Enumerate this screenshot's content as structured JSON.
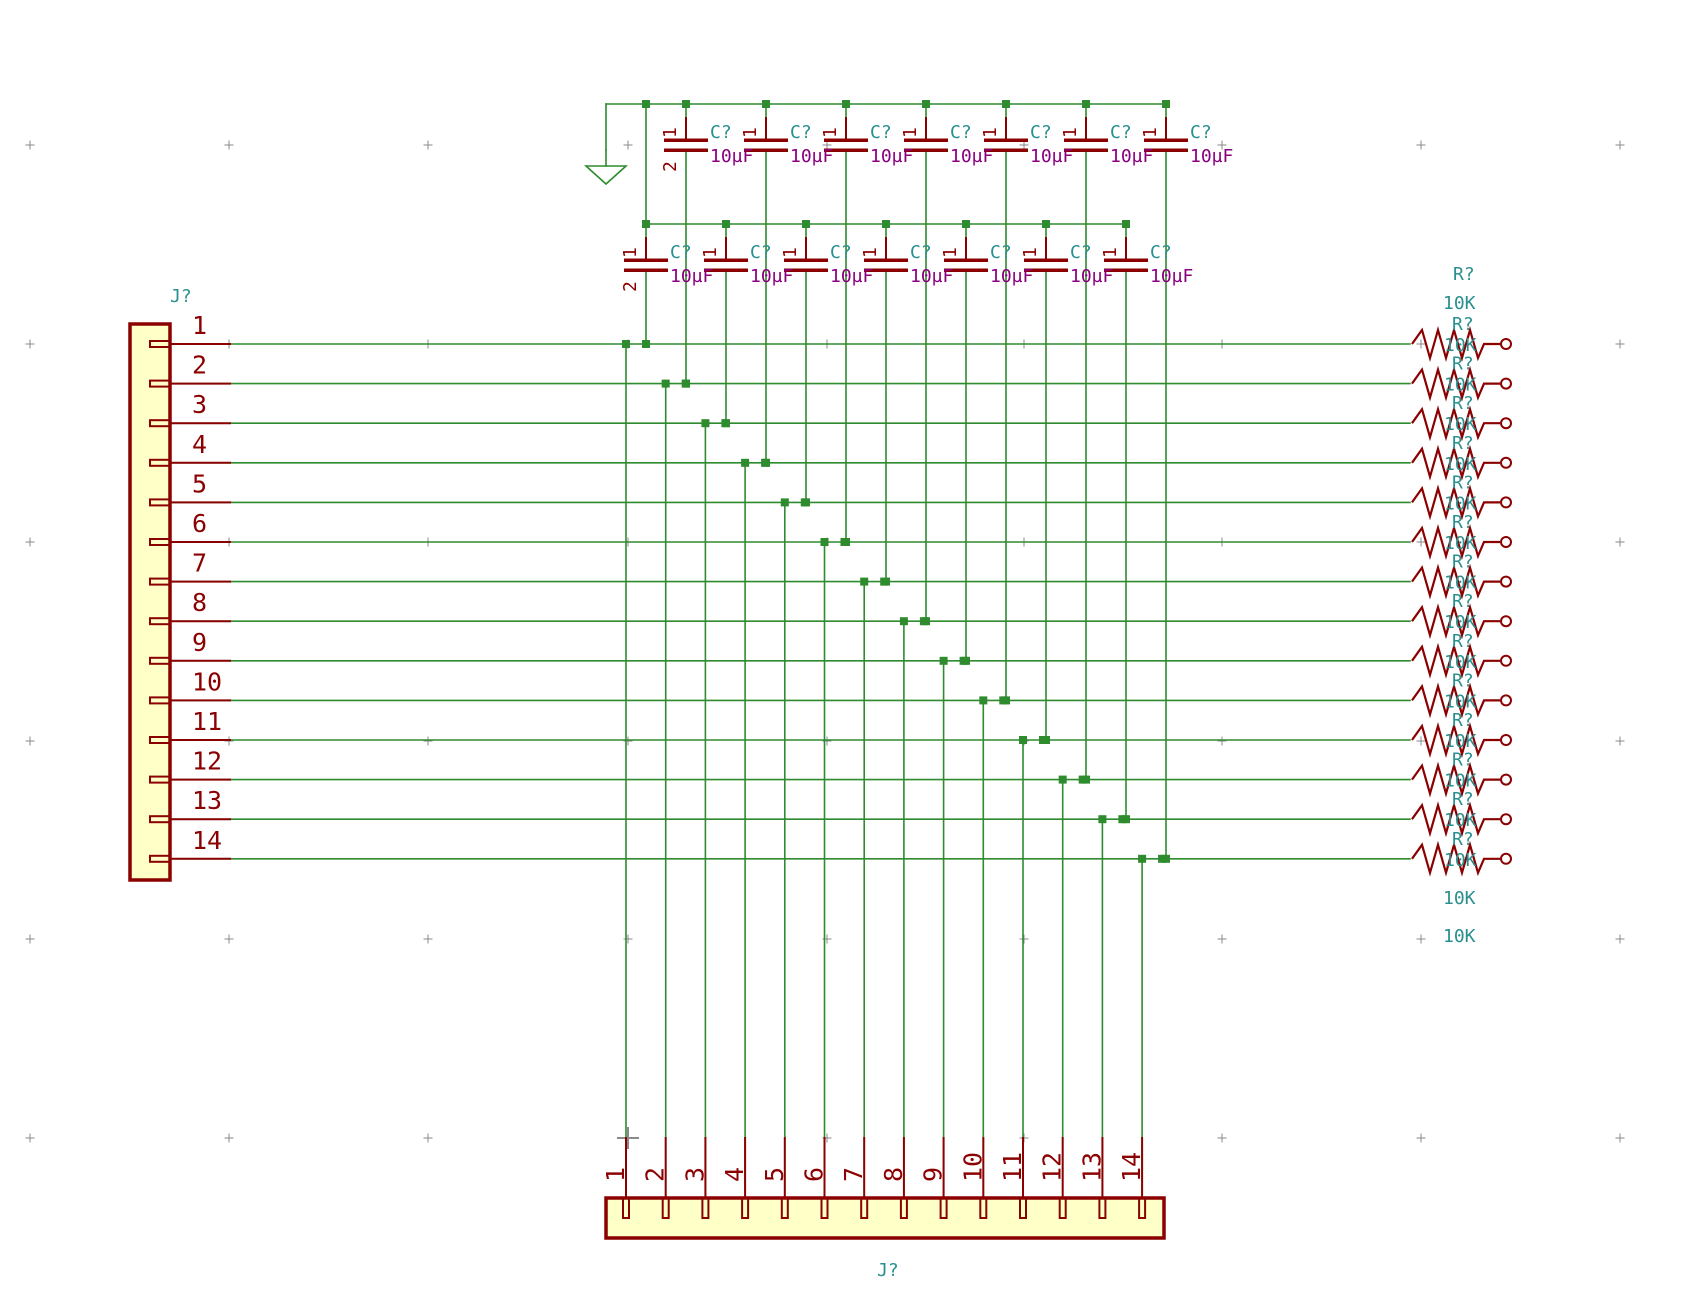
{
  "colors": {
    "wire": "#2e8b2e",
    "component": "#8b0000",
    "connector_fill": "#ffffc8",
    "ref_text": "#2a8f8f",
    "cap_value_text": "#8b0080",
    "grid_mark": "#8a8a8a",
    "background": "#ffffff"
  },
  "left_connector": {
    "ref": "J?",
    "pins": [
      "1",
      "2",
      "3",
      "4",
      "5",
      "6",
      "7",
      "8",
      "9",
      "10",
      "11",
      "12",
      "13",
      "14"
    ]
  },
  "bottom_connector": {
    "ref": "J?",
    "pins": [
      "1",
      "2",
      "3",
      "4",
      "5",
      "6",
      "7",
      "8",
      "9",
      "10",
      "11",
      "12",
      "13",
      "14"
    ]
  },
  "capacitors": {
    "ref": "C?",
    "value": "10µF",
    "pin_a": "1",
    "pin_b": "2",
    "count": 14
  },
  "resistors": {
    "ref": "R?",
    "value": "10K",
    "count": 14
  },
  "ground_symbol": "ground-icon"
}
